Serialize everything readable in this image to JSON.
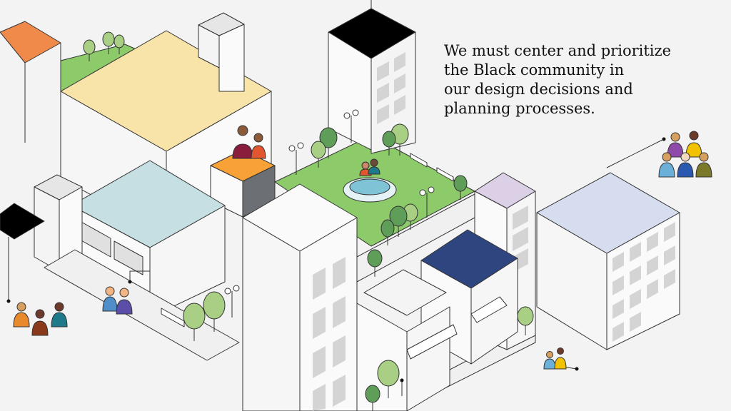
{
  "headline": {
    "lines": [
      "We must center and prioritize",
      "the Black community in",
      "our design decisions and",
      "planning processes."
    ]
  },
  "colors": {
    "background": "#f3f3f3",
    "outline": "#333333",
    "park_green": "#8cca6a",
    "orange_roof": "#f08a4b",
    "cream_roof": "#f8e4a8",
    "light_blue_roof": "#c5dfe2",
    "navy_roof": "#2e4580",
    "lavender_roof": "#dcd0e6",
    "periwinkle_roof": "#d5ddef",
    "black_roof": "#000000",
    "tree_light": "#a8cf84",
    "tree_dark": "#5f9e58"
  },
  "icons": {
    "people_groups": [
      "people-group-icon"
    ],
    "trees": [
      "tree-icon"
    ],
    "lamps": [
      "street-lamp-icon"
    ],
    "fountain": "fountain-icon",
    "benches": [
      "bench-icon"
    ]
  }
}
